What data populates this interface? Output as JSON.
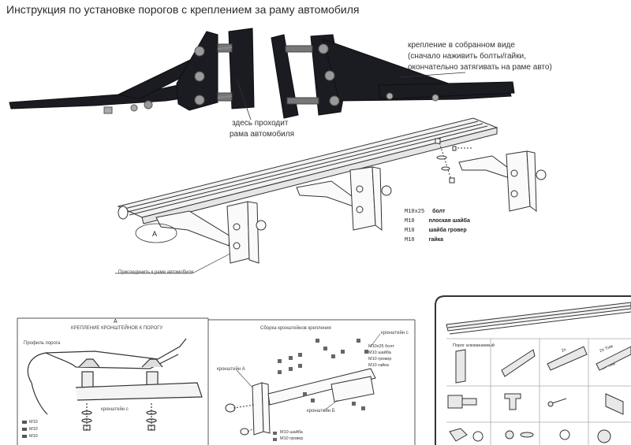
{
  "title": "Инструкция по установке порогов с креплением за раму автомобиля",
  "photo": {
    "callout_assembled": [
      "крепление в собранном виде",
      "(сначало наживить болты/гайки,",
      "окончательно затягивать на раме авто)"
    ],
    "callout_frame": [
      "здесь проходит",
      "рама автомобиля"
    ]
  },
  "drawing": {
    "hardware": [
      {
        "code": "M10x25",
        "name": "болт"
      },
      {
        "code": "M10",
        "name": "плоская шайба"
      },
      {
        "code": "M10",
        "name": "шайба гровер"
      },
      {
        "code": "M10",
        "name": "гайка"
      }
    ],
    "callout_attach": "Присоединить к раме автомобиля",
    "label_a": "A"
  },
  "panel_a": {
    "letter": "A",
    "heading": "КРЕПЛЕНИЕ КРОНШТЕЙНОВ К ПОРОГУ",
    "profile_label": "Профиль порога",
    "bracket_label": "кронштейн с",
    "legend": [
      "M10",
      "M10",
      "M10"
    ]
  },
  "panel_b": {
    "heading": "Сборка кронштейнов крепления",
    "bracket_top": "кронштейн с",
    "bracket_a": "кронштейн А",
    "bracket_b": "кронштейн Б",
    "legend": [
      {
        "code": "M10x25",
        "name": "болт"
      },
      {
        "code": "M10",
        "name": "шайба"
      },
      {
        "code": "M10",
        "name": "гровер"
      },
      {
        "code": "M10",
        "name": "гайка"
      }
    ],
    "legend_bottom": [
      {
        "code": "M10",
        "name": "шайба"
      },
      {
        "code": "M10",
        "name": "гровер"
      }
    ]
  },
  "panel_c": {
    "part_label": "Порог алюминиевый",
    "dims": [
      "2x",
      "2x Тнм",
      "2x Тнм"
    ]
  }
}
